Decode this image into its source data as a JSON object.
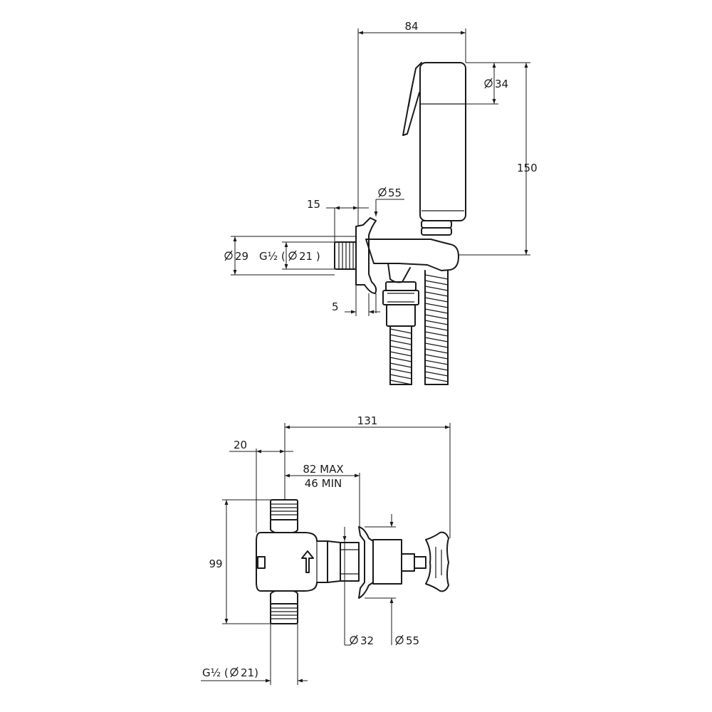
{
  "side_view": {
    "width": "84",
    "handset_diameter": "34",
    "height": "150",
    "offset": "15",
    "flange_diameter": "55",
    "outer_diameter": "29",
    "thread": "G½ (",
    "thread_diameter": "21 )",
    "flange_thickness": "5"
  },
  "top_view": {
    "length": "131",
    "offset": "20",
    "max_depth": "82 MAX",
    "min_depth": "46 MIN",
    "height": "99",
    "sleeve_diameter": "32",
    "flange_diameter": "55",
    "thread": "G½ (",
    "thread_diameter": "21)"
  }
}
